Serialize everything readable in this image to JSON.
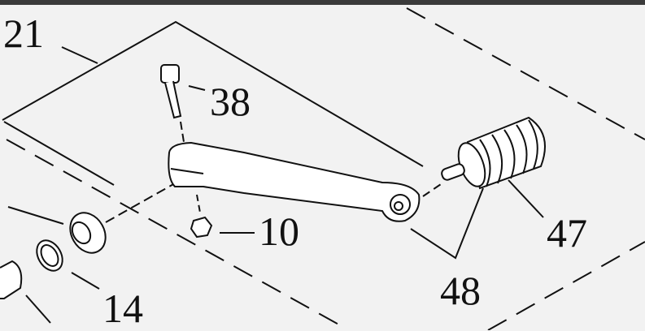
{
  "diagram": {
    "labels": {
      "part_21": "21",
      "part_38": "38",
      "part_10": "10",
      "part_14": "14",
      "part_47": "47",
      "part_48": "48"
    },
    "colors": {
      "background": "#f2f2f2",
      "line": "#111111",
      "topbar": "#3b3b3b"
    }
  }
}
